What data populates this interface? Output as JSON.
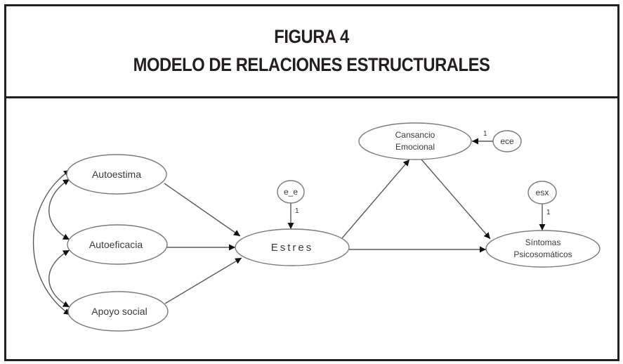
{
  "figure": {
    "number_label": "FIGURA 4",
    "title": "MODELO DE RELACIONES ESTRUCTURALES"
  },
  "diagram": {
    "nodes": {
      "autoestima": {
        "label": "Autoestima"
      },
      "autoeficacia": {
        "label": "Autoeficacia"
      },
      "apoyo_social": {
        "label": "Apoyo social"
      },
      "estres": {
        "label": "Estres"
      },
      "e_e": {
        "label": "e_e"
      },
      "cansancio": {
        "label_line1": "Cansancio",
        "label_line2": "Emocional"
      },
      "ece": {
        "label": "ece"
      },
      "sintomas": {
        "label_line1": "Síntomas",
        "label_line2": "Psicosomáticos"
      },
      "esx": {
        "label": "esx"
      }
    },
    "error_weights": {
      "e_e_to_estres": "1",
      "ece_to_cansancio": "1",
      "esx_to_sintomas": "1"
    },
    "paths": [
      {
        "from": "Autoestima",
        "to": "Estres",
        "type": "directed"
      },
      {
        "from": "Autoeficacia",
        "to": "Estres",
        "type": "directed"
      },
      {
        "from": "Apoyo social",
        "to": "Estres",
        "type": "directed"
      },
      {
        "from": "Estres",
        "to": "Cansancio Emocional",
        "type": "directed"
      },
      {
        "from": "Estres",
        "to": "Síntomas Psicosomáticos",
        "type": "directed"
      },
      {
        "from": "Cansancio Emocional",
        "to": "Síntomas Psicosomáticos",
        "type": "directed"
      },
      {
        "from": "Autoestima",
        "to": "Autoeficacia",
        "type": "covariance"
      },
      {
        "from": "Autoeficacia",
        "to": "Apoyo social",
        "type": "covariance"
      },
      {
        "from": "Autoestima",
        "to": "Apoyo social",
        "type": "covariance"
      }
    ],
    "colors": {
      "frame": "#231f20",
      "stroke": "#7a7a7a",
      "text": "#3a3a3a"
    }
  }
}
